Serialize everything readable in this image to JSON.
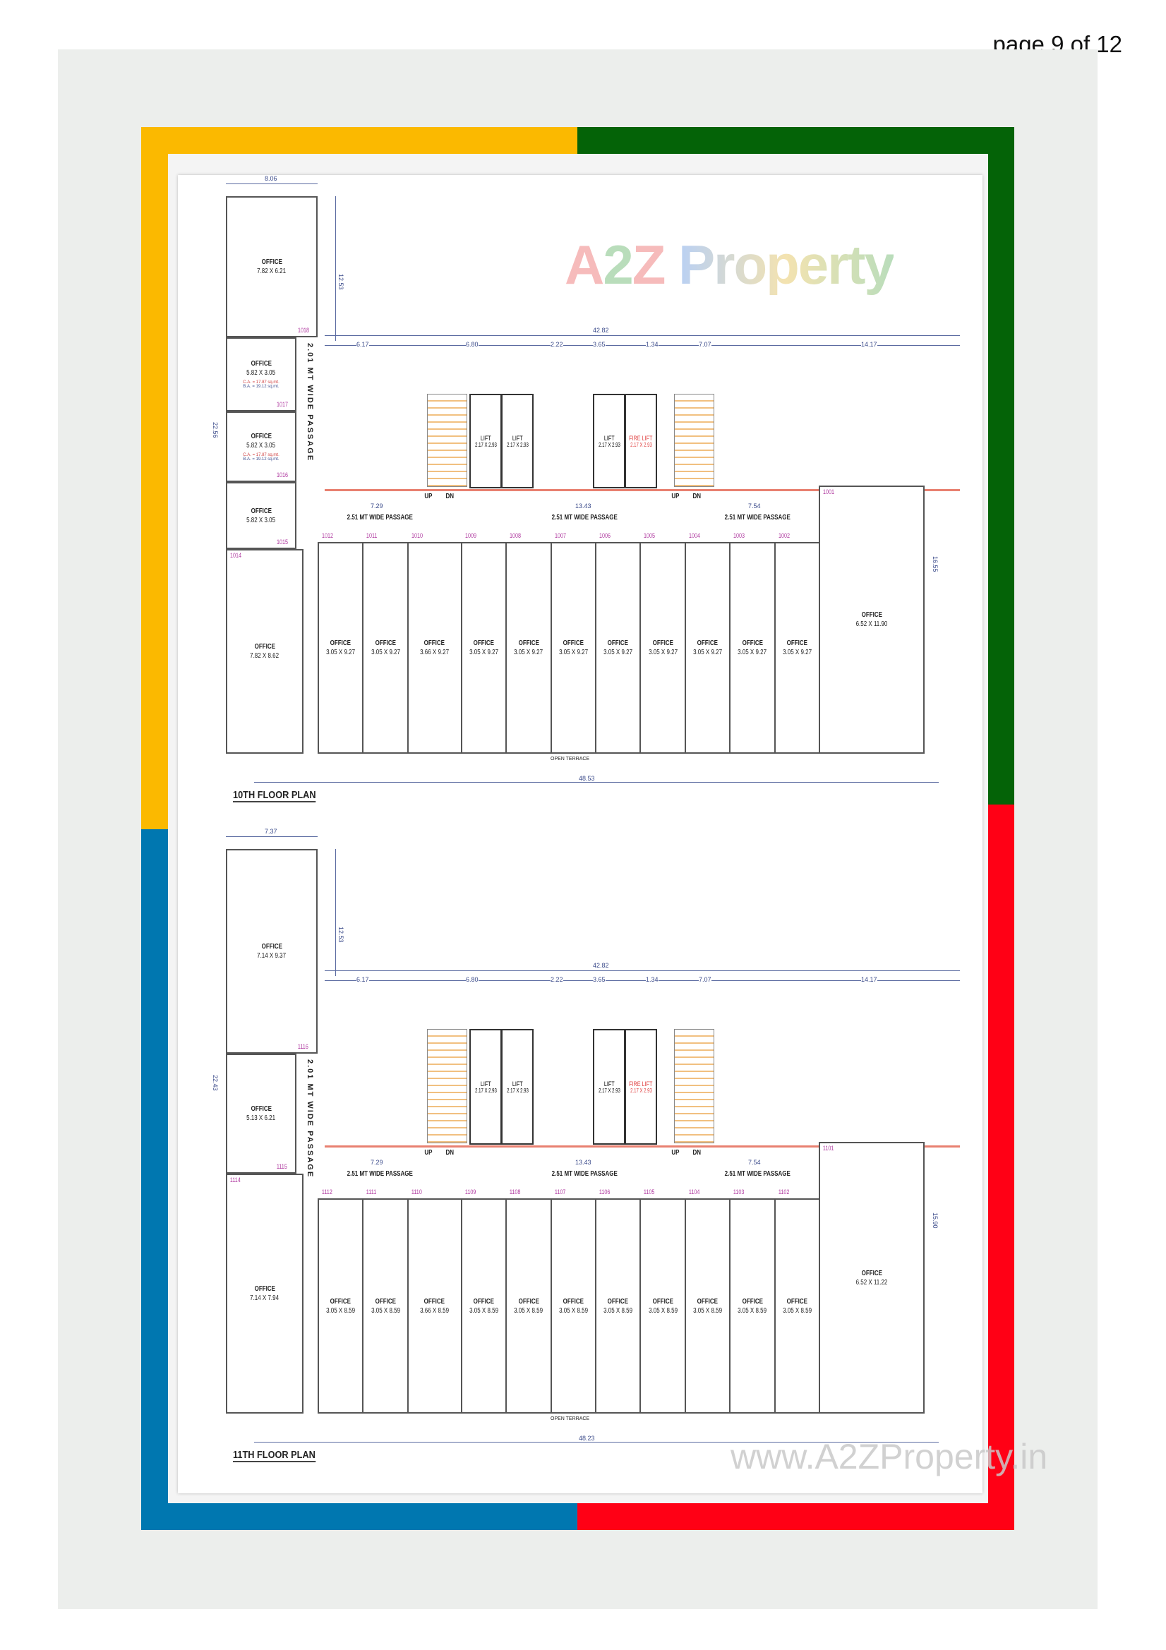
{
  "page_indicator": "page 9 of 12",
  "frame_colors": {
    "top_left": "#fbb900",
    "top_right": "#046307",
    "bottom_left": "#0077b0",
    "bottom_right": "#ff0015"
  },
  "watermark_logo": {
    "a": "A",
    "two": "2",
    "z": "Z",
    "word": "Property"
  },
  "watermark_url": "www.A2ZProperty.in",
  "plans": [
    {
      "title": "10TH FLOOR PLAN",
      "left_wing": [
        {
          "label": "OFFICE",
          "dims": "7.82 X 6.21",
          "unit": "1018"
        },
        {
          "label": "OFFICE",
          "dims": "5.82 X 3.05",
          "ca": "C.A. = 17.87 sq.mt.",
          "ba": "B.A. = 19.12 sq.mt.",
          "unit": "1017"
        },
        {
          "label": "OFFICE",
          "dims": "5.82 X 3.05",
          "ca": "C.A. = 17.87 sq.mt.",
          "ba": "B.A. = 19.12 sq.mt.",
          "unit": "1016"
        },
        {
          "label": "OFFICE",
          "dims": "5.82 X 3.05",
          "unit": "1015"
        }
      ],
      "corner_office": {
        "label": "OFFICE",
        "dims": "7.82 X 8.62",
        "unit": "1014"
      },
      "row_offices": [
        {
          "label": "OFFICE",
          "dims": "3.05 X 9.27",
          "unit": "1012"
        },
        {
          "label": "OFFICE",
          "dims": "3.05 X 9.27",
          "unit": "1011"
        },
        {
          "label": "OFFICE",
          "dims": "3.66 X 9.27",
          "unit": "1010"
        },
        {
          "label": "OFFICE",
          "dims": "3.05 X 9.27",
          "unit": "1009"
        },
        {
          "label": "OFFICE",
          "dims": "3.05 X 9.27",
          "unit": "1008"
        },
        {
          "label": "OFFICE",
          "dims": "3.05 X 9.27",
          "unit": "1007"
        },
        {
          "label": "OFFICE",
          "dims": "3.05 X 9.27",
          "unit": "1006"
        },
        {
          "label": "OFFICE",
          "dims": "3.05 X 9.27",
          "unit": "1005"
        },
        {
          "label": "OFFICE",
          "dims": "3.05 X 9.27",
          "unit": "1004"
        },
        {
          "label": "OFFICE",
          "dims": "3.05 X 9.27",
          "unit": "1003"
        },
        {
          "label": "OFFICE",
          "dims": "3.05 X 9.27",
          "unit": "1002"
        }
      ],
      "end_office": {
        "label": "OFFICE",
        "dims": "6.52 X 11.90",
        "unit": "1001"
      },
      "vertical_passage": "2.01 MT WIDE PASSAGE",
      "passages": [
        "2.51 MT WIDE PASSAGE",
        "2.51 MT WIDE PASSAGE",
        "2.51 MT WIDE PASSAGE"
      ],
      "lifts": [
        "LIFT",
        "LIFT",
        "LIFT",
        "FIRE LIFT"
      ],
      "lift_dims": "2.17 X 2.93",
      "stairs": [
        "UP",
        "DN",
        "UP",
        "DN"
      ],
      "open_terrace": "OPEN TERRACE",
      "dims": {
        "top_wing": "8.06",
        "overall_top": "42.82",
        "overall_bottom": "48.53",
        "d1": "6.17",
        "d2": "6.80",
        "d3": "2.22",
        "d4": "3.65",
        "d5": "1.34",
        "d6": "7.07",
        "d7": "14.17",
        "p1": "7.29",
        "p2": "13.43",
        "p3": "7.54",
        "wing_h": "12.53",
        "left_h": "22.56",
        "right_h": "16.55"
      }
    },
    {
      "title": "11TH FLOOR PLAN",
      "left_wing": [
        {
          "label": "OFFICE",
          "dims": "7.14 X 9.37",
          "unit": "1116"
        },
        {
          "label": "OFFICE",
          "dims": "5.13 X 6.21",
          "unit": "1115"
        }
      ],
      "corner_office": {
        "label": "OFFICE",
        "dims": "7.14 X 7.94",
        "unit": "1114"
      },
      "row_offices": [
        {
          "label": "OFFICE",
          "dims": "3.05 X 8.59",
          "unit": "1112"
        },
        {
          "label": "OFFICE",
          "dims": "3.05 X 8.59",
          "unit": "1111"
        },
        {
          "label": "OFFICE",
          "dims": "3.66 X 8.59",
          "unit": "1110"
        },
        {
          "label": "OFFICE",
          "dims": "3.05 X 8.59",
          "unit": "1109"
        },
        {
          "label": "OFFICE",
          "dims": "3.05 X 8.59",
          "unit": "1108"
        },
        {
          "label": "OFFICE",
          "dims": "3.05 X 8.59",
          "unit": "1107"
        },
        {
          "label": "OFFICE",
          "dims": "3.05 X 8.59",
          "unit": "1106"
        },
        {
          "label": "OFFICE",
          "dims": "3.05 X 8.59",
          "unit": "1105"
        },
        {
          "label": "OFFICE",
          "dims": "3.05 X 8.59",
          "unit": "1104"
        },
        {
          "label": "OFFICE",
          "dims": "3.05 X 8.59",
          "unit": "1103"
        },
        {
          "label": "OFFICE",
          "dims": "3.05 X 8.59",
          "unit": "1102"
        }
      ],
      "end_office": {
        "label": "OFFICE",
        "dims": "6.52 X 11.22",
        "unit": "1101"
      },
      "vertical_passage": "2.01 MT WIDE PASSAGE",
      "passages": [
        "2.51 MT WIDE PASSAGE",
        "2.51 MT WIDE PASSAGE",
        "2.51 MT WIDE PASSAGE"
      ],
      "lifts": [
        "LIFT",
        "LIFT",
        "LIFT",
        "FIRE LIFT"
      ],
      "lift_dims": "2.17 X 2.93",
      "stairs": [
        "UP",
        "DN",
        "UP",
        "DN"
      ],
      "open_terrace": "OPEN TERRACE",
      "dims": {
        "top_wing": "7.37",
        "overall_top": "42.82",
        "overall_bottom": "48.23",
        "d1": "6.17",
        "d2": "6.80",
        "d3": "2.22",
        "d4": "3.65",
        "d5": "1.34",
        "d6": "7.07",
        "d7": "14.17",
        "p1": "7.29",
        "p2": "13.43",
        "p3": "7.54",
        "wing_h": "12.53",
        "left_h": "22.43",
        "right_h": "15.90"
      }
    }
  ]
}
